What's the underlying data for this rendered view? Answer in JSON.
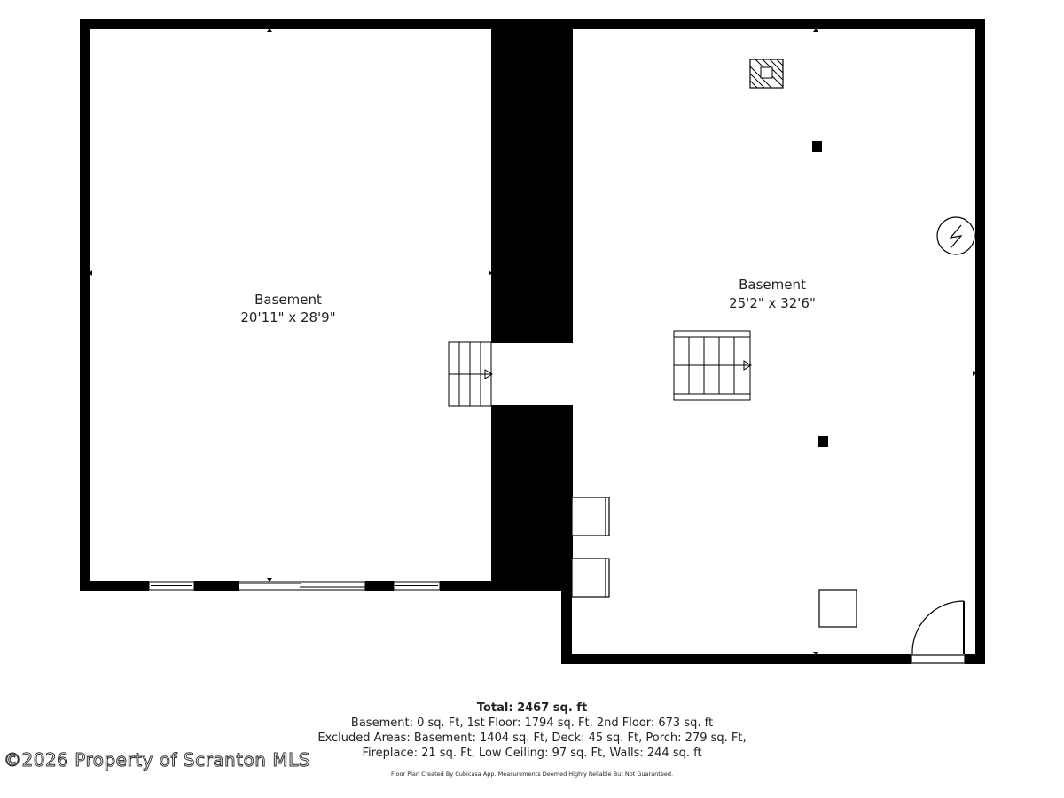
{
  "rooms": [
    {
      "name": "Basement",
      "dimensions": "20'11\" x 28'9\""
    },
    {
      "name": "Basement",
      "dimensions": "25'2\" x 32'6\""
    }
  ],
  "summary": {
    "total": "Total: 2467 sq. ft",
    "line1": "Basement: 0 sq. Ft, 1st Floor: 1794 sq. Ft, 2nd Floor: 673 sq. ft",
    "line2": "Excluded Areas: Basement: 1404 sq. Ft, Deck: 45 sq. Ft, Porch: 279 sq. Ft,",
    "line3": "Fireplace: 21 sq. Ft, Low Ceiling: 97 sq. Ft, Walls: 244 sq. ft",
    "disclaimer": "Floor Plan Created By Cubicasa App. Measurements Deemed Highly Reliable But Not Guaranteed."
  },
  "watermark": "©2026 Property of Scranton MLS",
  "icons": {
    "water_heater": "water-heater-icon",
    "chimney": "chimney-icon"
  },
  "colors": {
    "wall": "#000000",
    "background": "#ffffff",
    "text": "#222222"
  }
}
